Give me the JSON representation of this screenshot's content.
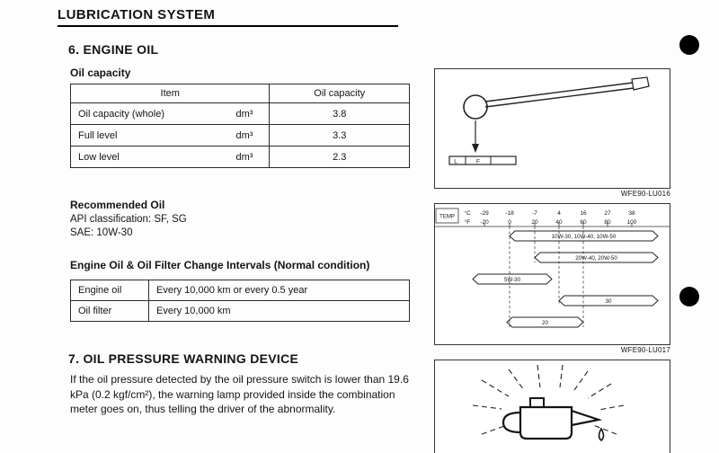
{
  "header": {
    "title": "LUBRICATION SYSTEM"
  },
  "engine_oil": {
    "section_title": "6. ENGINE OIL",
    "oil_capacity_heading": "Oil capacity",
    "capacity_table": {
      "col_item": "Item",
      "col_value": "Oil capacity",
      "rows": [
        {
          "item": "Oil capacity (whole)",
          "unit": "dm³",
          "value": "3.8"
        },
        {
          "item": "Full level",
          "unit": "dm³",
          "value": "3.3"
        },
        {
          "item": "Low level",
          "unit": "dm³",
          "value": "2.3"
        }
      ]
    },
    "recommended_heading": "Recommended Oil",
    "api_line": "API classification:  SF, SG",
    "sae_line": "SAE:  10W-30",
    "intervals_heading": "Engine Oil & Oil Filter Change Intervals (Normal condition)",
    "intervals_table": {
      "rows": [
        {
          "item": "Engine oil",
          "value": "Every 10,000 km or every 0.5 year"
        },
        {
          "item": "Oil filter",
          "value": "Every 10,000 km"
        }
      ]
    }
  },
  "warning_device": {
    "section_title": "7. OIL PRESSURE WARNING DEVICE",
    "body": "If the oil pressure detected by the oil pressure switch is lower than 19.6 kPa (0.2 kgf/cm²), the warning lamp provided inside the combination meter goes on, thus telling the driver of the abnormality."
  },
  "figures": {
    "dipstick": {
      "label": "WFE90-LU016",
      "low_mark": "L",
      "full_mark": "F"
    },
    "viscosity": {
      "label": "WFE90-LU017",
      "temp_label": "TEMP",
      "celsius_label": "°C",
      "fahrenheit_label": "°F",
      "celsius_ticks": [
        "-29",
        "-18",
        "-7",
        "4",
        "16",
        "27",
        "38"
      ],
      "fahrenheit_ticks": [
        "-20",
        "0",
        "20",
        "40",
        "60",
        "80",
        "100"
      ],
      "bars": [
        {
          "label": "10W-30, 10W-40, 10W-50",
          "from_c": -18,
          "open_right": true
        },
        {
          "label": "20W-40, 20W-50",
          "from_c": -7,
          "open_right": true
        },
        {
          "label": "5W-30",
          "from_c": -29,
          "to_c": 0
        },
        {
          "label": "30",
          "from_c": 4,
          "open_right": true
        },
        {
          "label": "20",
          "from_c": -18,
          "to_c": 16
        }
      ]
    }
  }
}
